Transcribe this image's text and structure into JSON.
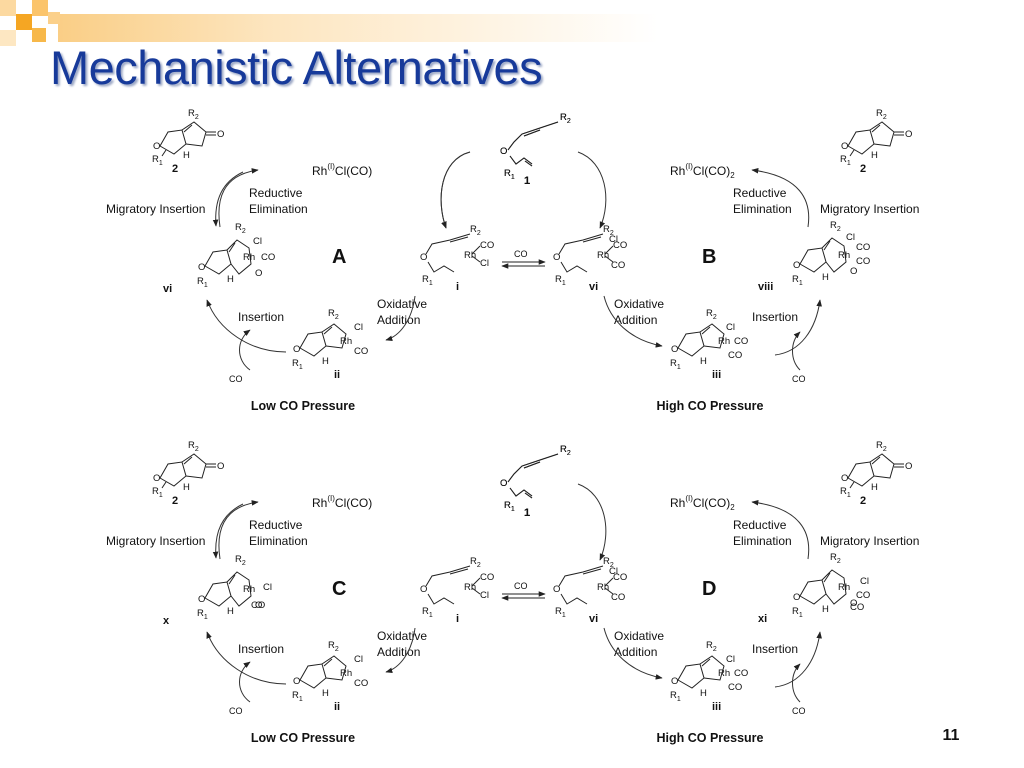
{
  "slide": {
    "title": "Mechanistic Alternatives",
    "page_number": "11",
    "theme_colors": {
      "title": "#173a9a",
      "accent_orange": "#f5a623",
      "accent_light": "#fbd38a"
    }
  },
  "common": {
    "co": "CO",
    "rh": "Rh",
    "cl": "Cl",
    "o": "O",
    "h": "H",
    "r1": "R",
    "r2": "R",
    "sub1": "1",
    "sub2": "2",
    "rh_i": "(I)",
    "cat_low_a": "Rh",
    "cat_low_b": "Cl(CO)",
    "cat_high_b": "Cl(CO)",
    "cat_high_sub": "2",
    "reductive": "Reductive",
    "elimination": "Elimination",
    "migratory": "Migratory Insertion",
    "oxidative": "Oxidative",
    "addition": "Addition",
    "insertion": "Insertion",
    "low": "Low CO Pressure",
    "high": "High CO Pressure"
  },
  "panels": [
    {
      "letter": "A",
      "left_cycle": true,
      "compounds": {
        "product": "2",
        "substrate": "1",
        "intermediate": "vi",
        "start": "i",
        "metallacycle": "ii"
      }
    },
    {
      "letter": "B",
      "left_cycle": false,
      "compounds": {
        "product": "2",
        "substrate": "1",
        "intermediate": "viii",
        "start": "vi",
        "metallacycle": "iii"
      }
    },
    {
      "letter": "C",
      "left_cycle": true,
      "compounds": {
        "product": "2",
        "substrate": "1",
        "intermediate": "x",
        "start": "i",
        "metallacycle": "ii"
      }
    },
    {
      "letter": "D",
      "left_cycle": false,
      "compounds": {
        "product": "2",
        "substrate": "1",
        "intermediate": "xi",
        "start": "vi",
        "metallacycle": "iii"
      }
    }
  ]
}
